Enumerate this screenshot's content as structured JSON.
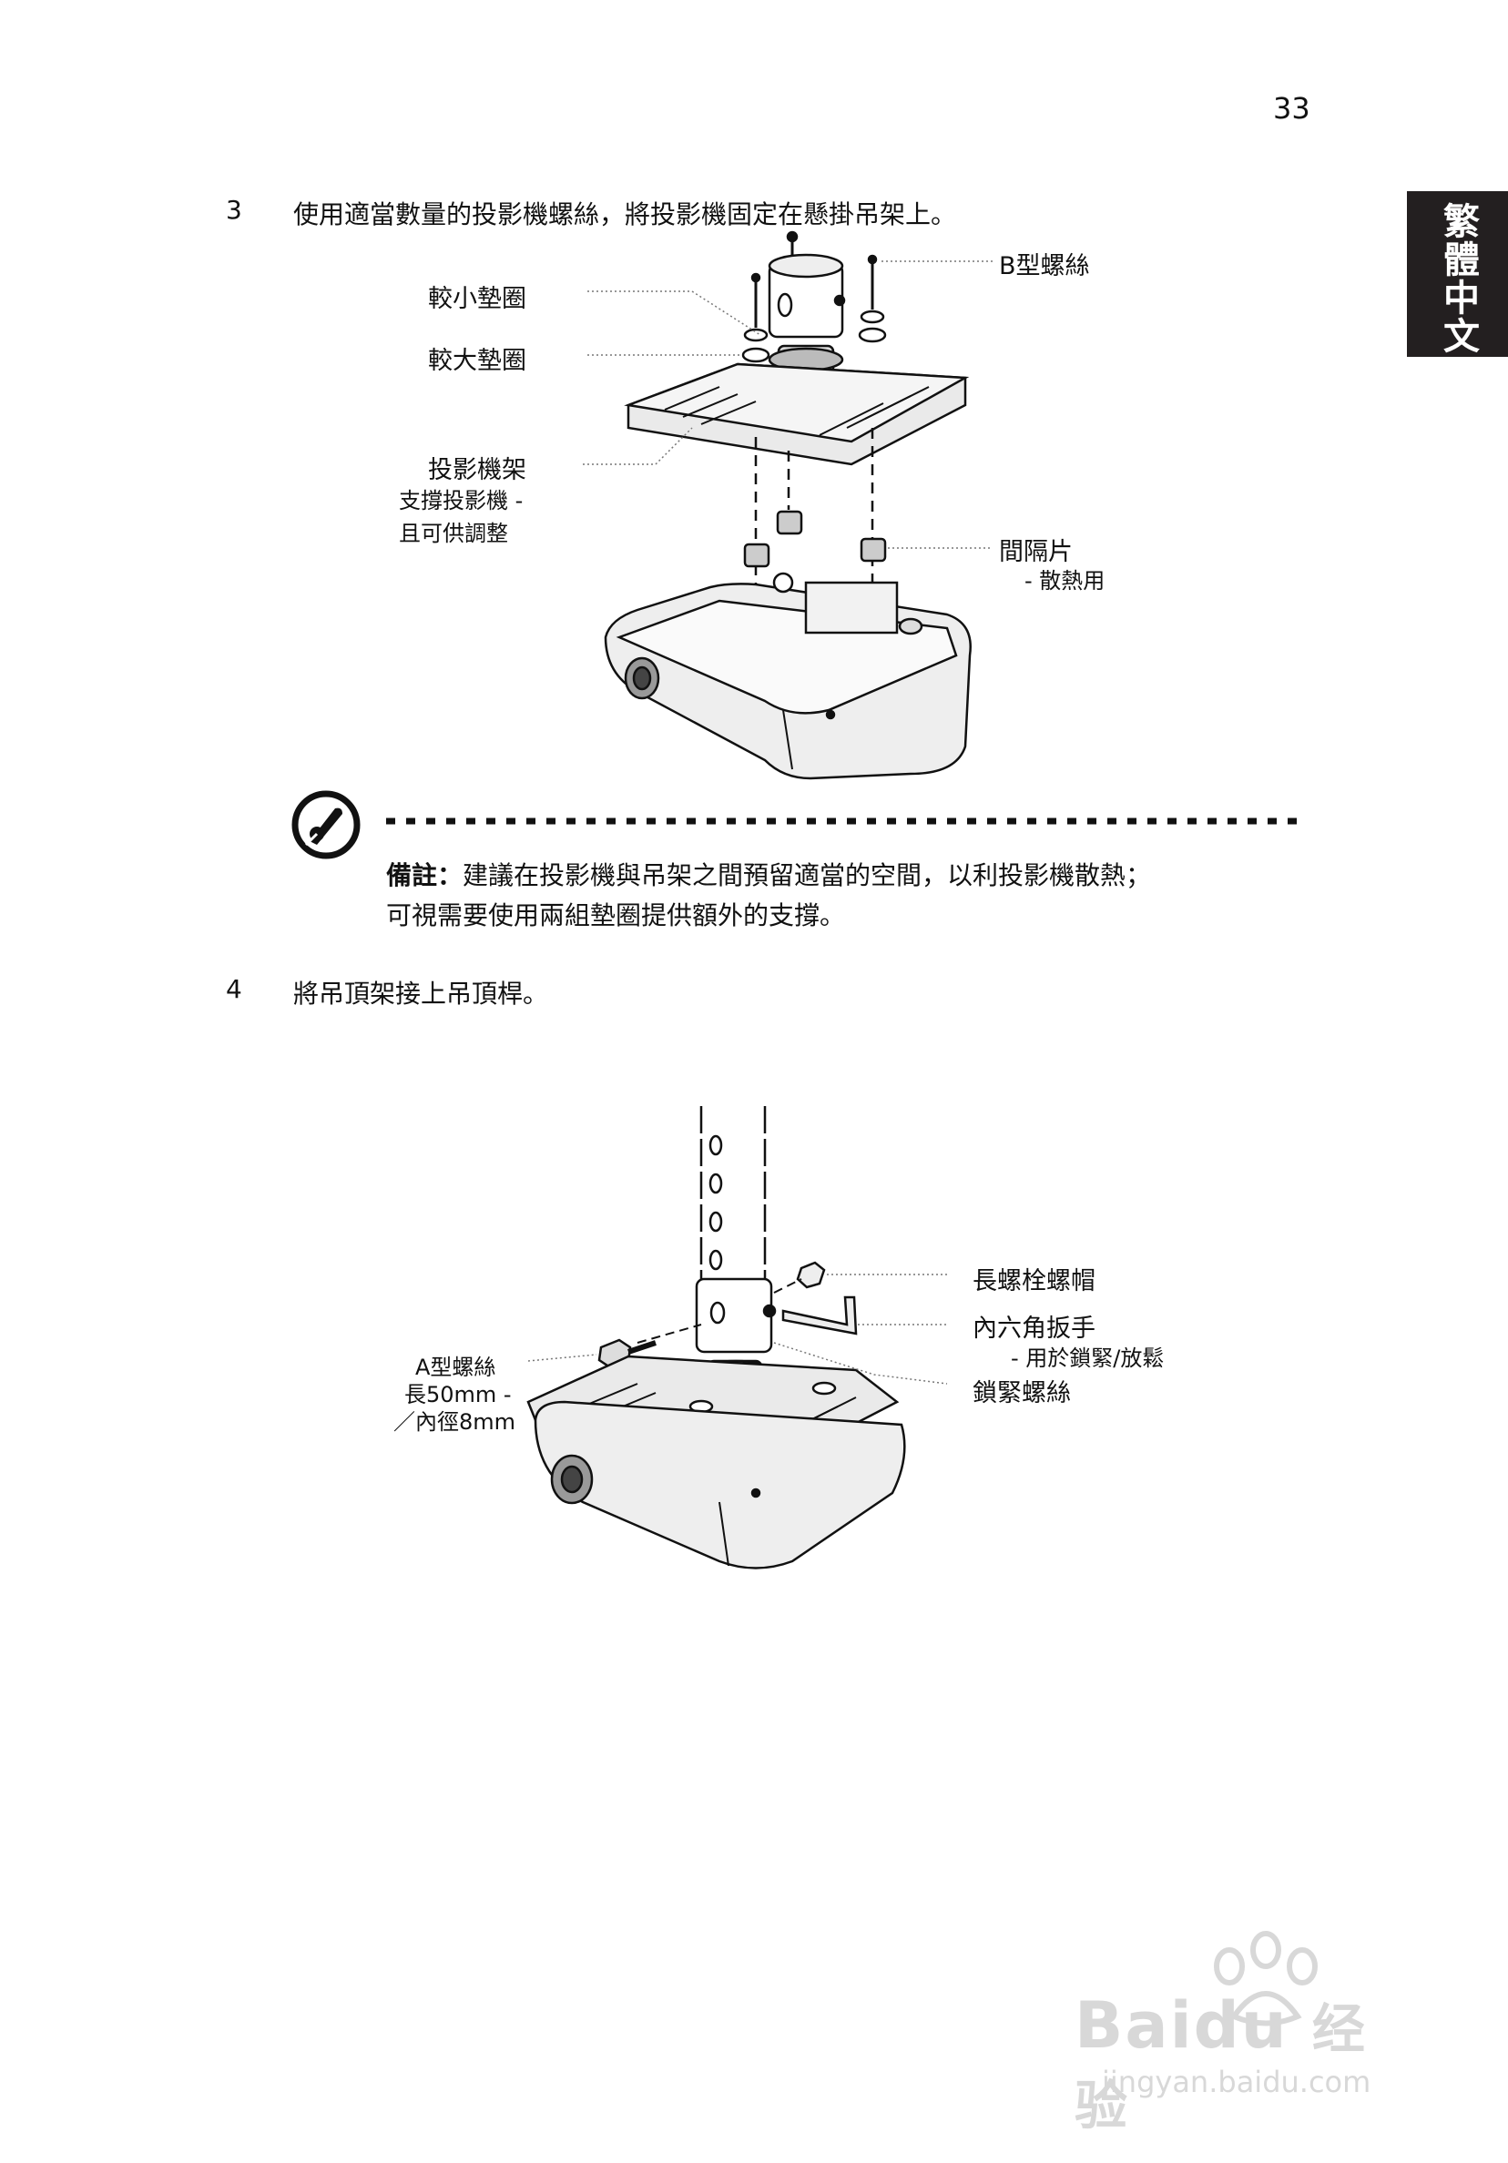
{
  "page_number": "33",
  "language_tab": "繁體中文",
  "step3": {
    "number": "3",
    "text": "使用適當數量的投影機螺絲，將投影機固定在懸掛吊架上。",
    "labels": {
      "screw_b": "B型螺絲",
      "small_washer": "較小墊圈",
      "large_washer": "較大墊圈",
      "bracket_title": "投影機架",
      "bracket_desc_1": "支撐投影機 -",
      "bracket_desc_2": "且可供調整",
      "spacer_title": "間隔片",
      "spacer_desc": "- 散熱用"
    }
  },
  "note": {
    "icon": "note-pen-icon",
    "label": "備註：",
    "line1": "建議在投影機與吊架之間預留適當的空間，以利投影機散熱；",
    "line2": "可視需要使用兩組墊圈提供額外的支撐。"
  },
  "step4": {
    "number": "4",
    "text": "將吊頂架接上吊頂桿。",
    "labels": {
      "long_nut": "長螺栓螺帽",
      "hex_wrench": "內六角扳手",
      "hex_wrench_desc": "- 用於鎖緊/放鬆",
      "lock_screw": "鎖緊螺絲",
      "screw_a": "A型螺絲",
      "screw_a_len": "長50mm -",
      "screw_a_dia": "／內徑8mm"
    }
  },
  "watermark": {
    "brand": "Bai",
    "brand2": "du",
    "brand_cn": "经验",
    "url": "jingyan.baidu.com"
  }
}
